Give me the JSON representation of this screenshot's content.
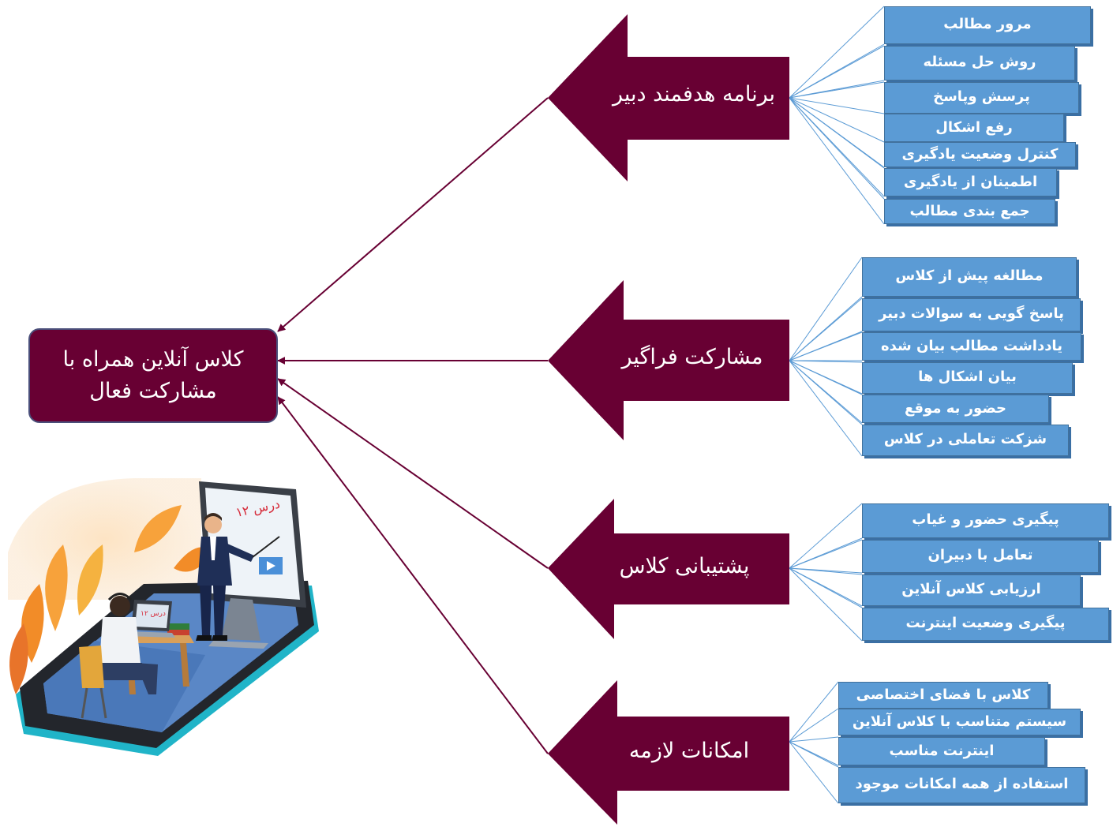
{
  "center": {
    "line1": "کلاس آنلاین همراه با",
    "line2": "مشارکت فعال"
  },
  "groups": [
    {
      "title": "برنامه هدفمند دبیر",
      "items": [
        "مرور مطالب",
        "روش حل مسئله",
        "پرسش وپاسخ",
        "رفع اشکال",
        "کنترل وضعیت یادگیری",
        "اطمینان از یادگیری",
        "جمع بندی مطالب"
      ]
    },
    {
      "title": "مشارکت فراگیر",
      "items": [
        "مطالغه پیش از کلاس",
        "پاسخ گویی به سوالات دبیر",
        "یادداشت مطالب بیان شده",
        "بیان اشکال ها",
        "حضور به موقع",
        "شزکت تعاملی در کلاس"
      ]
    },
    {
      "title": "پشتیبانی کلاس",
      "items": [
        "پیگیری حضور و غیاب",
        "تعامل با دبیران",
        "ارزیابی کلاس آنلاین",
        "پیگیری وضعیت اینترنت"
      ]
    },
    {
      "title": "امکانات لازمه",
      "items": [
        "کلاس با فضای اختصاصی",
        "سیستم متناسب با کلاس آنلاین",
        "اینترنت مناسب",
        "استفاده از همه امکانات موجود"
      ]
    }
  ],
  "illustration": {
    "screen_text": "درس ۱۲",
    "laptop_text": "درس ۱۲"
  },
  "colors": {
    "arrow_fill": "#680033",
    "box_fill": "#5b9bd5",
    "connector": "#5b9bd5",
    "center_border": "#4a4f7a"
  }
}
